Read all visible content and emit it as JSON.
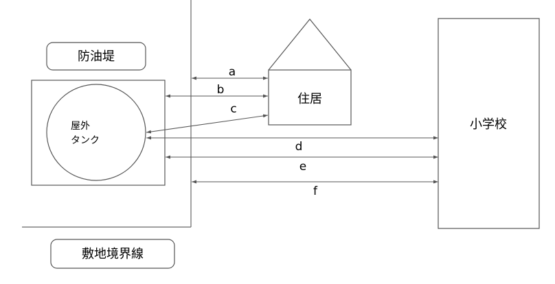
{
  "labels": {
    "dike": "防油堤",
    "boundary": "敷地境界線",
    "house": "住居",
    "school": "小学校",
    "tank_line1": "屋外",
    "tank_line2": "タンク"
  },
  "distances": [
    "a",
    "b",
    "c",
    "d",
    "e",
    "f"
  ],
  "colors": {
    "stroke": "#555555",
    "background": "#ffffff",
    "text": "#000000"
  }
}
